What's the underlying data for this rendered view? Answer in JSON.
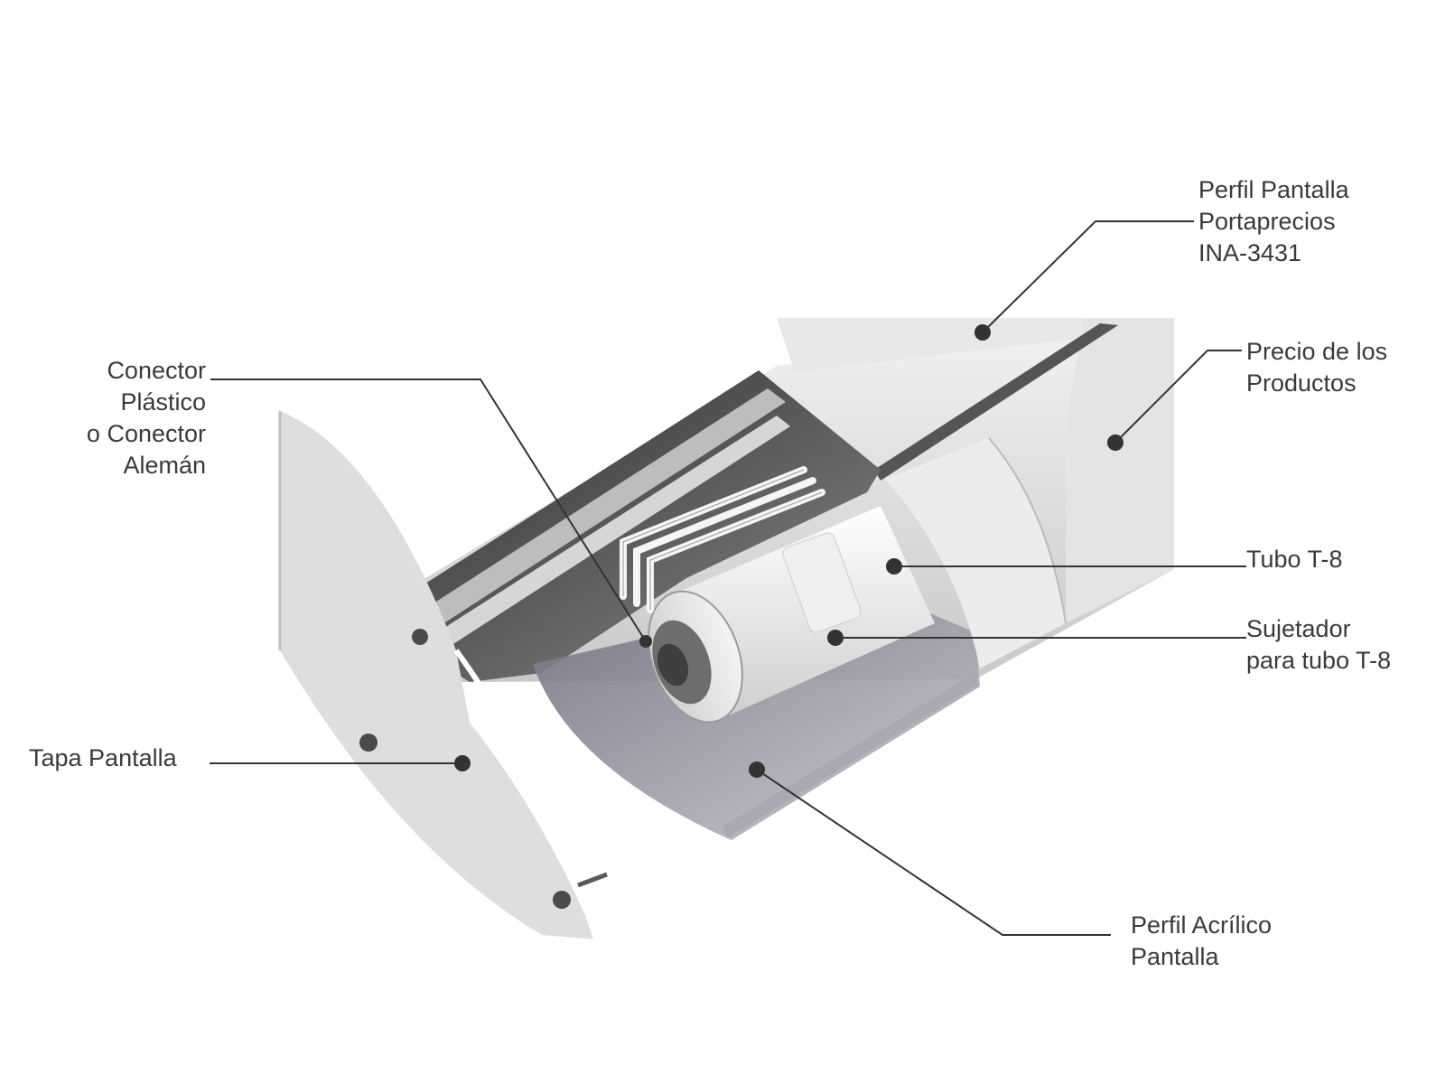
{
  "callouts": [
    {
      "id": "perfil-pantalla",
      "lines": [
        "Perfil Pantalla",
        "Portaprecios",
        "INA-3431"
      ]
    },
    {
      "id": "precio-productos",
      "lines": [
        "Precio de los",
        "Productos"
      ]
    },
    {
      "id": "conector",
      "lines": [
        "Conector",
        "Plástico",
        "o Conector",
        "Alemán"
      ]
    },
    {
      "id": "tubo",
      "lines": [
        "Tubo T-8"
      ]
    },
    {
      "id": "sujetador",
      "lines": [
        "Sujetador",
        "para tubo T-8"
      ]
    },
    {
      "id": "tapa",
      "lines": [
        "Tapa Pantalla"
      ]
    },
    {
      "id": "acrilico",
      "lines": [
        "Perfil Acrílico",
        "Pantalla"
      ]
    }
  ],
  "colors": {
    "leader": "#333333",
    "text": "#3a3a3a",
    "metal": "#d9d9d9",
    "shadow": "#9a9a9a",
    "acrylic": "#8f8f9f"
  }
}
